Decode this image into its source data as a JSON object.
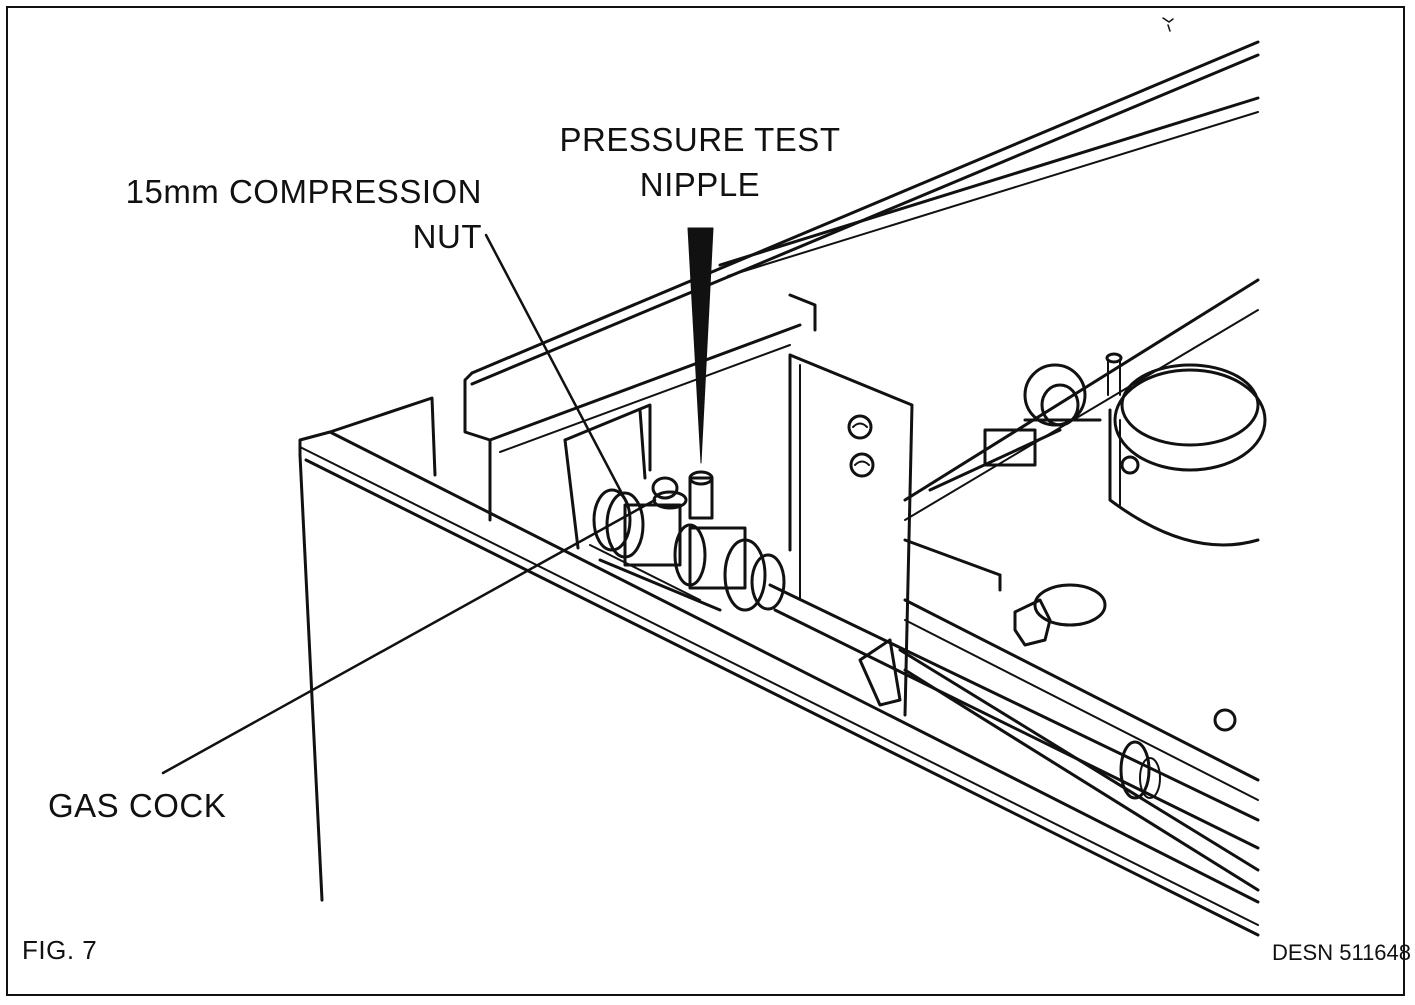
{
  "labels": {
    "compression_nut": [
      "15mm COMPRESSION",
      "NUT"
    ],
    "test_nipple": [
      "PRESSURE TEST",
      "NIPPLE"
    ],
    "gas_cock": "GAS COCK"
  },
  "figure_number": "FIG. 7",
  "drawing_reference": "DESN 511648",
  "colors": {
    "ink": "#111111",
    "paper": "#ffffff"
  }
}
